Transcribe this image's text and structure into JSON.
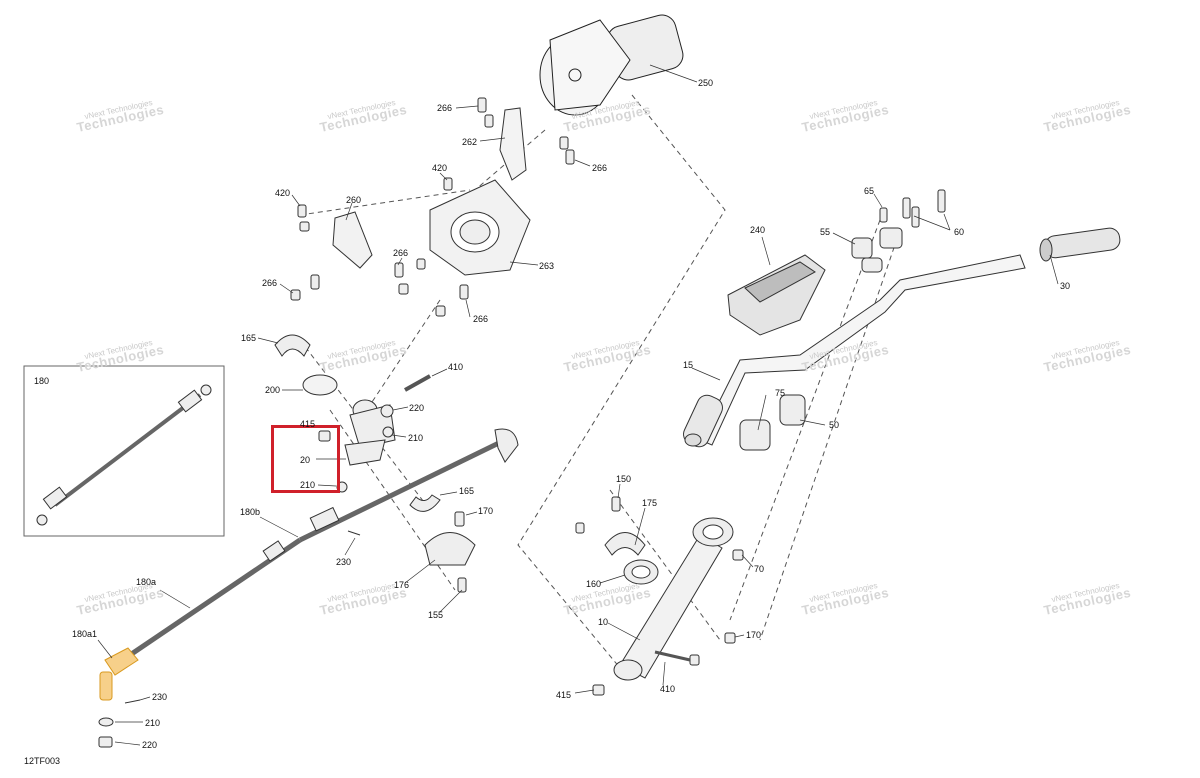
{
  "diagram_code": "12TF003",
  "watermark": {
    "line1": "vNext Technologies",
    "line2": "Technologies"
  },
  "colors": {
    "highlight": "#d0202a",
    "accent_part": "#f2b13a",
    "line": "#333333"
  },
  "callouts": {
    "c250": "250",
    "c266a": "266",
    "c262": "262",
    "c266b": "266",
    "c420a": "420",
    "c420b": "420",
    "c260": "260",
    "c266c": "266",
    "c266d": "266",
    "c263": "263",
    "c266e": "266",
    "c165a": "165",
    "c410a": "410",
    "c200": "200",
    "c220a": "220",
    "c415a": "415",
    "c210a": "210",
    "c20": "20",
    "c210b": "210",
    "c165b": "165",
    "c180": "180",
    "c180b": "180b",
    "c170a": "170",
    "c230a": "230",
    "c176": "176",
    "c155": "155",
    "c180a": "180a",
    "c180a1": "180a1",
    "c230b": "230",
    "c210c": "210",
    "c220b": "220",
    "c150": "150",
    "c175": "175",
    "c160": "160",
    "c10": "10",
    "c70": "70",
    "c170b": "170",
    "c410b": "410",
    "c415b": "415",
    "c240": "240",
    "c65": "65",
    "c55": "55",
    "c60": "60",
    "c30": "30",
    "c15": "15",
    "c75": "75",
    "c50": "50"
  }
}
